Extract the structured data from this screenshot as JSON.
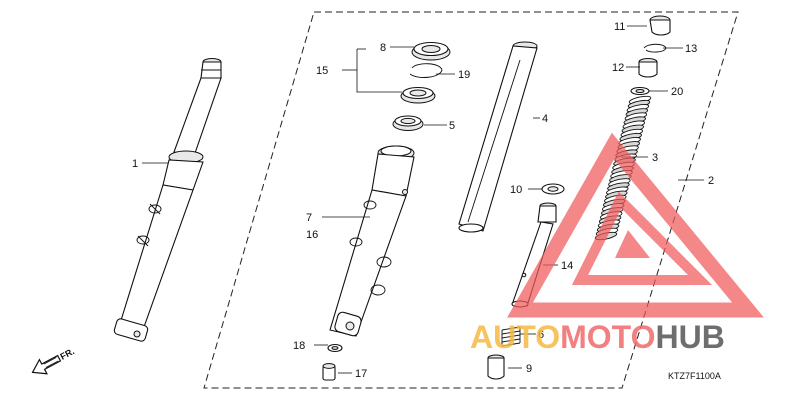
{
  "diagram": {
    "code": "KTZ7F1100A",
    "direction_label": "FR.",
    "callouts": {
      "c1": "1",
      "c2": "2",
      "c3": "3",
      "c4": "4",
      "c5": "5",
      "c6": "6",
      "c7": "7",
      "c8": "8",
      "c9": "9",
      "c10": "10",
      "c11": "11",
      "c12": "12",
      "c13": "13",
      "c14": "14",
      "c15": "15",
      "c16": "16",
      "c17": "17",
      "c18": "18",
      "c19": "19",
      "c20": "20"
    }
  },
  "watermark": {
    "word1": "AUTO",
    "word2": "MOTO",
    "word3": "HUB",
    "colors": {
      "auto": "#f5b942",
      "moto": "#f06a6a",
      "hub": "#555555",
      "logo": "#f05a5a"
    }
  }
}
